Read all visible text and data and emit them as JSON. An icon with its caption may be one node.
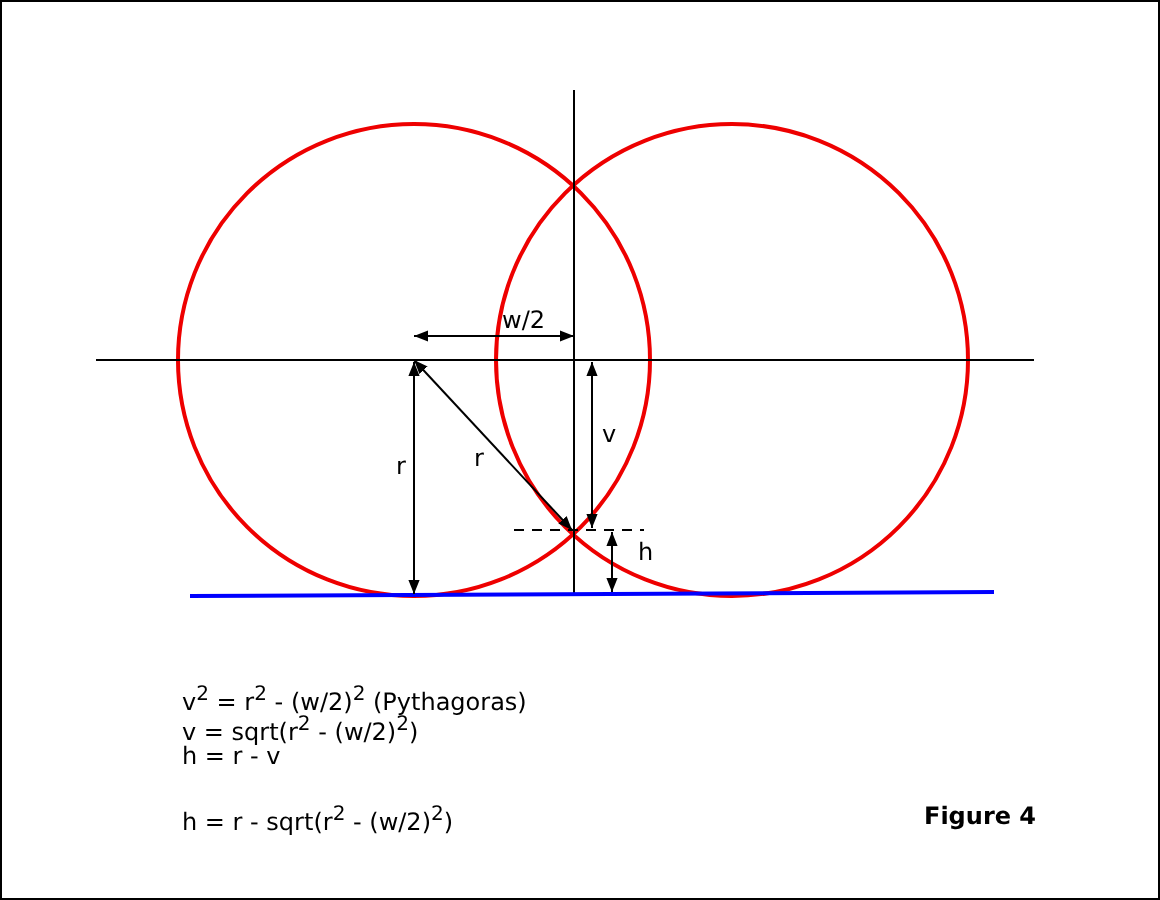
{
  "diagram": {
    "caption": "Figure 4",
    "labels": [
      "w/2",
      "r",
      "r",
      "v",
      "h",
      "v$^{2}$ = r$^{2}$ - (w/2)$^{2}$ (Pythagoras)",
      "v = sqrt(r$^{2}$ - (w/2)$^{2}$)",
      "h = r - v",
      "h = r - sqrt(r$^{2}$ - (w/2)$^{2}$)"
    ]
  }
}
